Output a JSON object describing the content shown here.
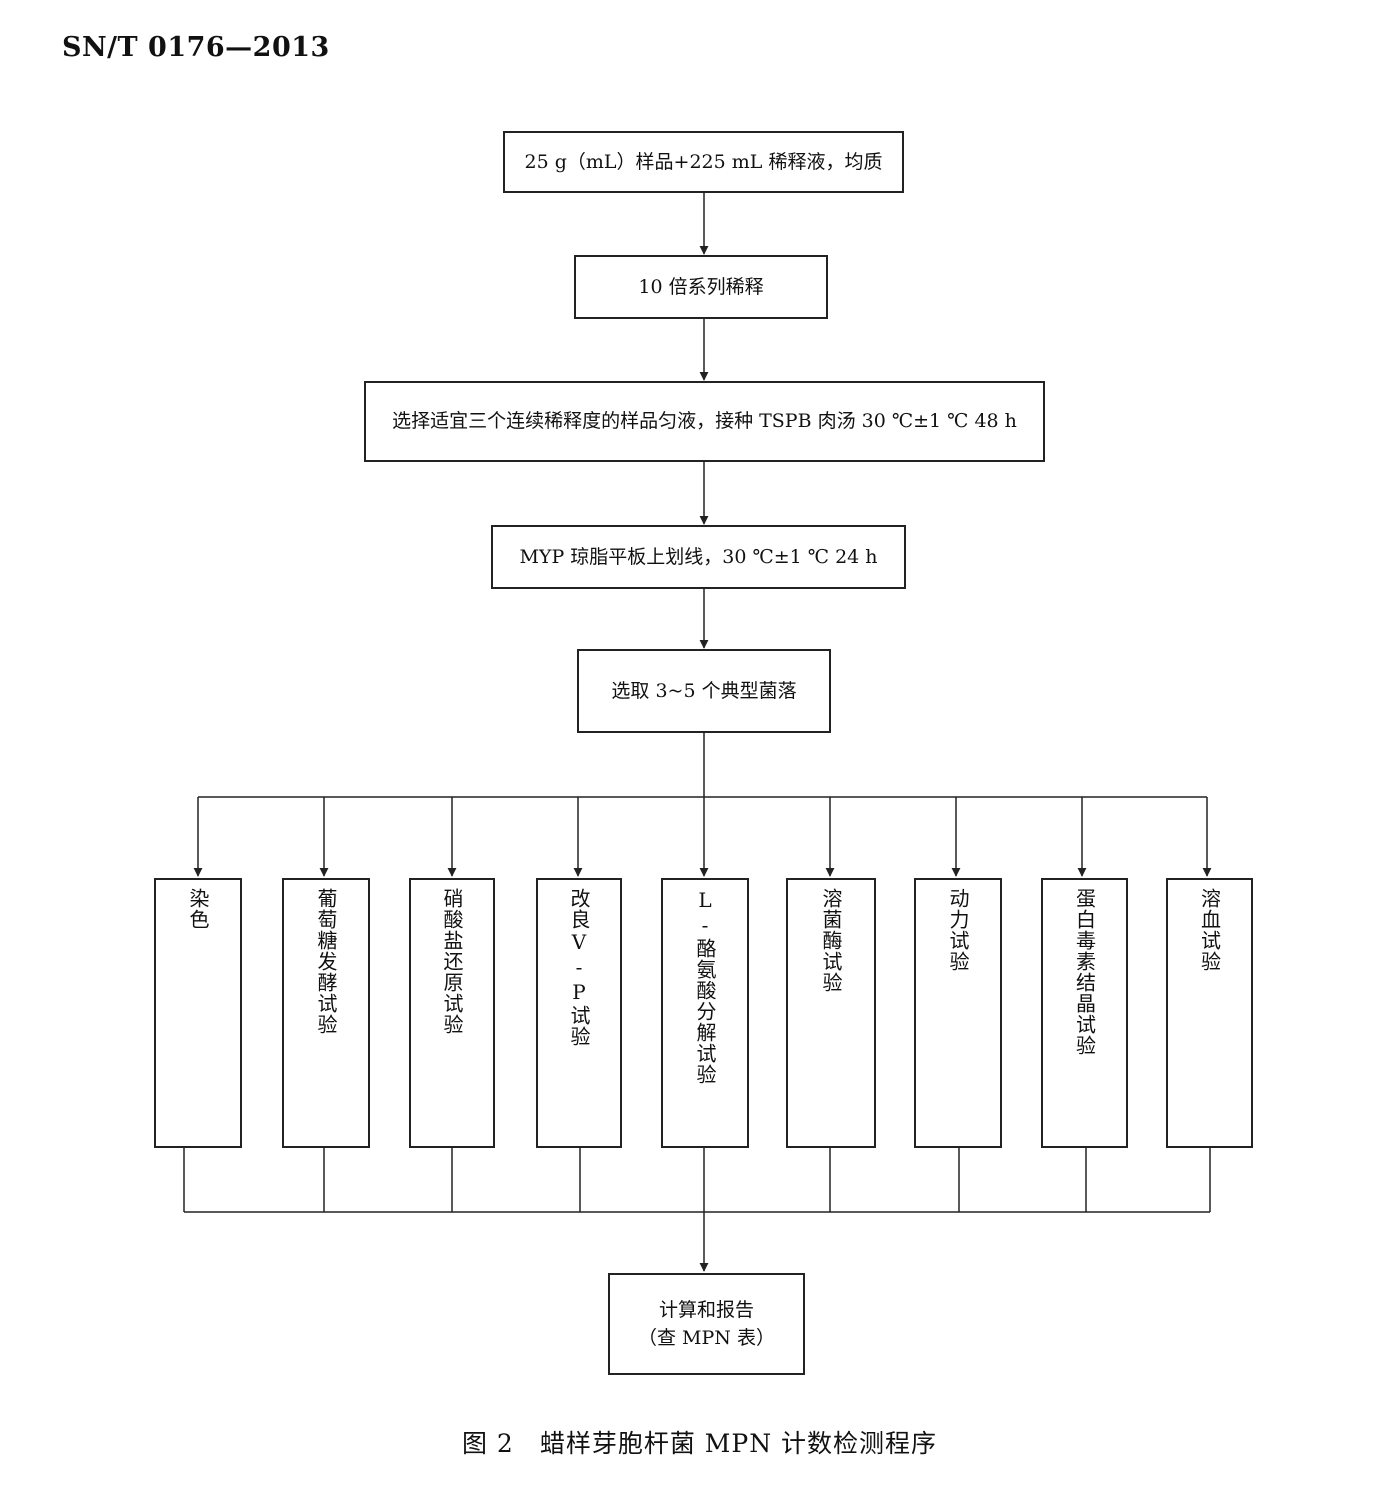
{
  "header": {
    "standard_id": "SN/T 0176—2013"
  },
  "flow": {
    "step1": "25 g（mL）样品+225 mL 稀释液，均质",
    "step2": "10 倍系列稀释",
    "step3": "选择适宜三个连续稀释度的样品匀液，接种 TSPB 肉汤 30 ℃±1 ℃ 48 h",
    "step4": "MYP 琼脂平板上划线，30 ℃±1 ℃ 24 h",
    "step5": "选取 3~5 个典型菌落",
    "tests": [
      {
        "label": "染色"
      },
      {
        "label": "葡萄糖发酵试验"
      },
      {
        "label": "硝酸盐还原试验"
      },
      {
        "label": "改良V-P试验"
      },
      {
        "label": "L-酪氨酸分解试验"
      },
      {
        "label": "溶菌酶试验"
      },
      {
        "label": "动力试验"
      },
      {
        "label": "蛋白毒素结晶试验"
      },
      {
        "label": "溶血试验"
      }
    ],
    "final_line1": "计算和报告",
    "final_line2": "（查 MPN 表）"
  },
  "caption": {
    "figure_number": "图 2",
    "title": "蜡样芽胞杆菌 MPN 计数检测程序"
  }
}
